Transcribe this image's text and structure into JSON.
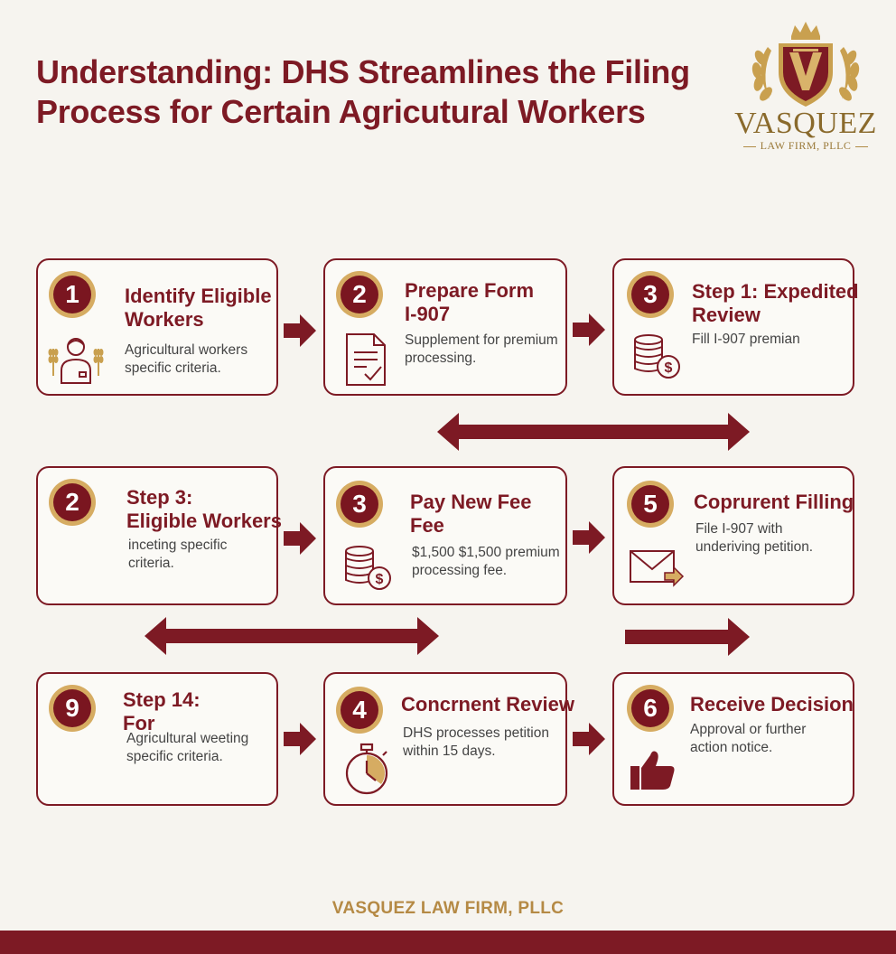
{
  "header": {
    "title_line1": "Understanding: DHS Streamlines the Filing",
    "title_line2": "Process for Certain Agricutural Workers"
  },
  "logo": {
    "name": "VASQUEZ",
    "subtitle": "LAW FIRM, PLLC",
    "emblem_icon": "crowned-shield-v-emblem",
    "colors": {
      "gold": "#c9a04f",
      "maroon": "#7d1a24"
    }
  },
  "steps": [
    {
      "number": "1",
      "title": "Identify Eligible\nWorkers",
      "desc": "Agricultural workers\nspecific criteria.",
      "icon": "farmworker-wheat-icon"
    },
    {
      "number": "2",
      "title": "Prepare Form\nI-907",
      "desc": "Supplement for premium\nprocessing.",
      "icon": "document-checkmark-icon"
    },
    {
      "number": "3",
      "title": "Step 1: Expedited\nReview",
      "desc": "Fill I-907 premian",
      "icon": "coin-stack-dollar-icon"
    },
    {
      "number": "2",
      "title": "Step 3:\nEligible Workers",
      "desc": "inceting specific\ncriteria.",
      "icon": ""
    },
    {
      "number": "3",
      "title": "Pay New Fee\nFee",
      "desc": "$1,500 $1,500 premium\nprocessing fee.",
      "icon": "coin-stack-dollar-icon"
    },
    {
      "number": "5",
      "title": "Coprurent Filling",
      "desc": "File I-907 with\nunderiving petition.",
      "icon": "envelope-arrow-icon"
    },
    {
      "number": "9",
      "title": "Step 14:\nFor",
      "desc": "Agricultural weeting\nspecific criteria.",
      "icon": ""
    },
    {
      "number": "4",
      "title": "Concrnent Review",
      "desc": "DHS processes petition\nwithin 15 days.",
      "icon": "stopwatch-icon"
    },
    {
      "number": "6",
      "title": "Receive Decision",
      "desc": "Approval or further\naction notice.",
      "icon": "thumbs-up-icon"
    }
  ],
  "footer": {
    "text": "VASQUEZ LAW FIRM, PLLC"
  },
  "colors": {
    "maroon": "#7d1a24",
    "gold": "#d6ac62",
    "background": "#f6f4ef"
  }
}
